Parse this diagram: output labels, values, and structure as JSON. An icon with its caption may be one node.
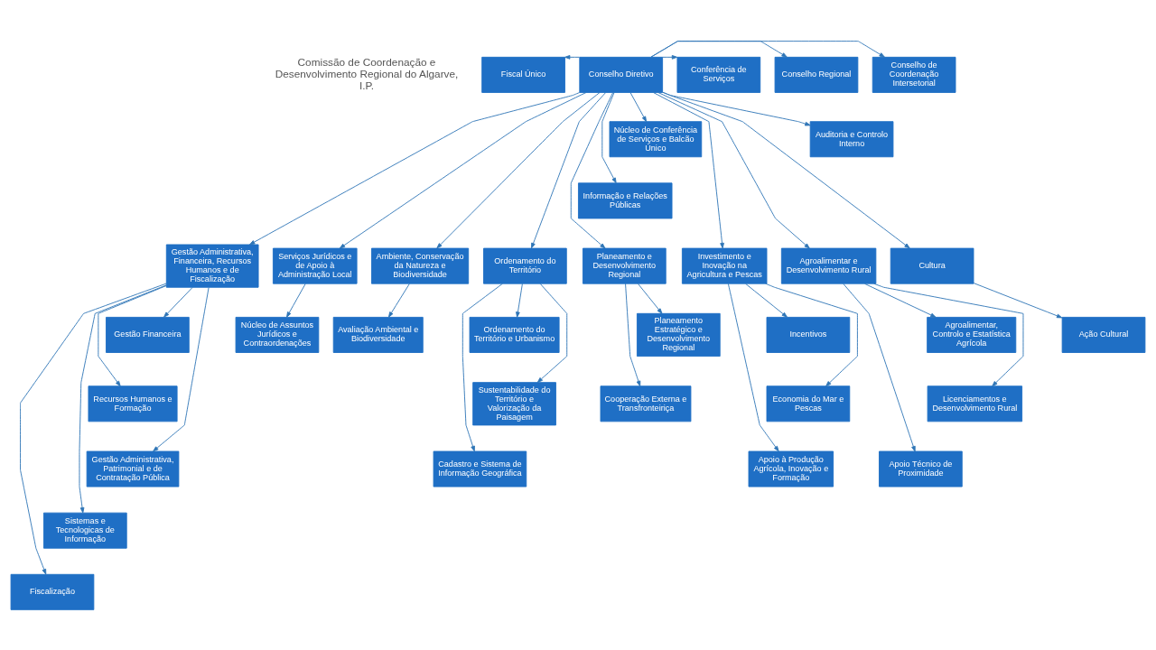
{
  "diagram": {
    "nodes": [
      {
        "text": [
          "Fiscal Único"
        ]
      },
      {
        "text": [
          "Conselho Diretivo"
        ]
      },
      {
        "text": [
          "Conferência de Serviços"
        ]
      },
      {
        "text": [
          "Conselho Regional"
        ]
      },
      {
        "text": [
          "Conselho de Coordenação Intersetorial"
        ]
      },
      {
        "text": [
          "Núcleo de Conferência de Serviços e Balcão Único"
        ]
      },
      {
        "text": [
          "Auditoria e Controlo Interno"
        ]
      },
      {
        "text": [
          "Informação e Relações Públicas"
        ]
      },
      {
        "text": [
          "Gestão Administrativa, Financeira, Recursos Humanos e de Fiscalização"
        ]
      },
      {
        "text": [
          "Serviços Jurídicos e de Apoio à Administração Local"
        ]
      },
      {
        "text": [
          "Ambiente, Conservação da Natureza e Biodiversidade"
        ]
      },
      {
        "text": [
          "Ordenamento do Território"
        ]
      },
      {
        "text": [
          "Planeamento e Desenvolvimento Regional"
        ]
      },
      {
        "text": [
          "Investimento e Inovação na Agricultura e Pescas"
        ]
      },
      {
        "text": [
          "Agroalimentar e Desenvolvimento Rural"
        ]
      },
      {
        "text": [
          "Cultura"
        ]
      },
      {
        "text": [
          "Gestão Financeira"
        ]
      },
      {
        "text": [
          "Recursos Humanos e Formação"
        ]
      },
      {
        "text": [
          "Gestão Administrativa, Patrimonial e de Contratação Pública"
        ]
      },
      {
        "text": [
          "Sistemas e Tecnologicas de Informação"
        ]
      },
      {
        "text": [
          "Fiscalização"
        ]
      },
      {
        "text": [
          "Núcleo de Assuntos Jurídicos e Contraordenações"
        ]
      },
      {
        "text": [
          "Avaliação Ambiental e Biodiversidade"
        ]
      },
      {
        "text": [
          "Ordenamento do Território e Urbanismo"
        ]
      },
      {
        "text": [
          "Sustentabilidade do Território e Valorização da Paisagem"
        ]
      },
      {
        "text": [
          "Cadastro e Sistema de Informação Geográfica"
        ]
      },
      {
        "text": [
          "Planeamento Estratégico e Desenvolvimento Regional"
        ]
      },
      {
        "text": [
          "Cooperação Externa e Transfronteiriça"
        ]
      },
      {
        "text": [
          "Incentivos"
        ]
      },
      {
        "text": [
          "Economia do Mar e Pescas"
        ]
      },
      {
        "text": [
          "Apoio à Produção Agrícola, Inovação e Formação"
        ]
      },
      {
        "text": [
          "Agroalimentar, Controlo e Estatística Agrícola"
        ]
      },
      {
        "text": [
          "Licenciamentos e Desenvolvimento Rural"
        ]
      },
      {
        "text": [
          "Apoio Técnico de Proximidade"
        ]
      },
      {
        "text": [
          "Ação Cultural"
        ]
      }
    ],
    "edges": [
      {
        "from": 1,
        "to": 0,
        "arrow": "to"
      },
      {
        "from": 1,
        "to": 2,
        "arrow": "to"
      },
      {
        "from": 1,
        "to": 3,
        "arrow": "to"
      },
      {
        "from": 1,
        "to": 4,
        "arrow": "to"
      },
      {
        "from": 1,
        "to": 5,
        "arrow": "to"
      },
      {
        "from": 1,
        "to": 6,
        "arrow": "to"
      },
      {
        "from": 1,
        "to": 7,
        "arrow": "to"
      },
      {
        "from": 1,
        "to": 8,
        "arrow": "to"
      },
      {
        "from": 1,
        "to": 9,
        "arrow": "to"
      },
      {
        "from": 1,
        "to": 10,
        "arrow": "to"
      },
      {
        "from": 1,
        "to": 11,
        "arrow": "to"
      },
      {
        "from": 1,
        "to": 12,
        "arrow": "to"
      },
      {
        "from": 1,
        "to": 13,
        "arrow": "to"
      },
      {
        "from": 1,
        "to": 14,
        "arrow": "to"
      },
      {
        "from": 1,
        "to": 15,
        "arrow": "to"
      },
      {
        "from": 8,
        "to": 16,
        "arrow": "to"
      },
      {
        "from": 8,
        "to": 17,
        "arrow": "to"
      },
      {
        "from": 8,
        "to": 18,
        "arrow": "to"
      },
      {
        "from": 8,
        "to": 19,
        "arrow": "to"
      },
      {
        "from": 8,
        "to": 20,
        "arrow": "to"
      },
      {
        "from": 9,
        "to": 21,
        "arrow": "to"
      },
      {
        "from": 10,
        "to": 22,
        "arrow": "to"
      },
      {
        "from": 11,
        "to": 23,
        "arrow": "to"
      },
      {
        "from": 11,
        "to": 24,
        "arrow": "to"
      },
      {
        "from": 11,
        "to": 25,
        "arrow": "to"
      },
      {
        "from": 12,
        "to": 26,
        "arrow": "to"
      },
      {
        "from": 12,
        "to": 27,
        "arrow": "to"
      },
      {
        "from": 13,
        "to": 28,
        "arrow": "to"
      },
      {
        "from": 13,
        "to": 29,
        "arrow": "to"
      },
      {
        "from": 13,
        "to": 30,
        "arrow": "to"
      },
      {
        "from": 14,
        "to": 31,
        "arrow": "to"
      },
      {
        "from": 14,
        "to": 32,
        "arrow": "to"
      },
      {
        "from": 14,
        "to": 33,
        "arrow": "to"
      },
      {
        "from": 15,
        "to": 34,
        "arrow": "to"
      }
    ],
    "labels": [
      "Comissão de Coordenação e Desenvolvimento Regional do Algarve, I.P."
    ]
  }
}
